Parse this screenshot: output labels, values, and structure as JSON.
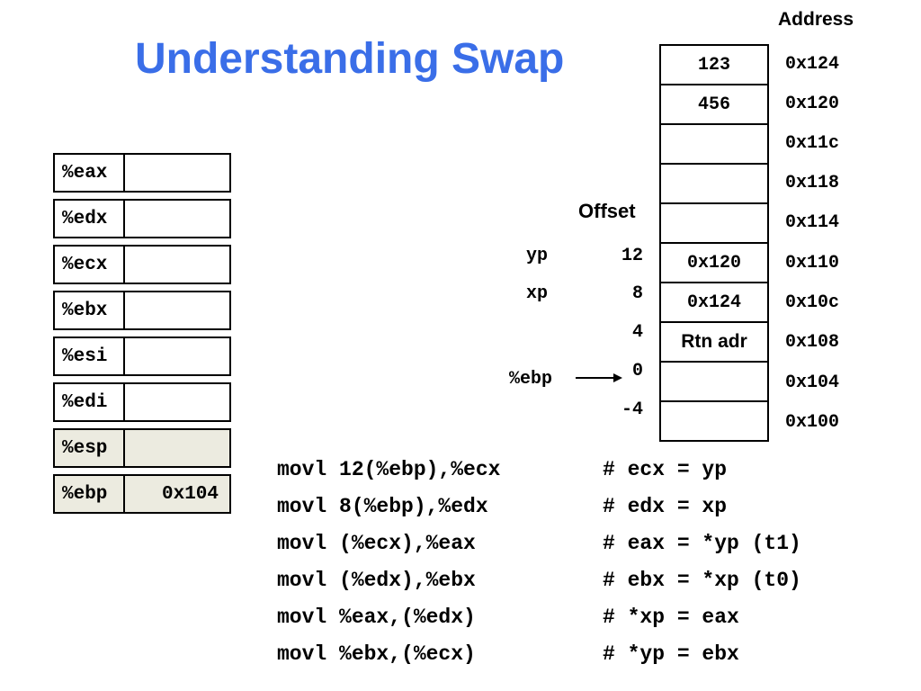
{
  "title": "Understanding Swap",
  "registers": [
    {
      "name": "%eax",
      "value": ""
    },
    {
      "name": "%edx",
      "value": ""
    },
    {
      "name": "%ecx",
      "value": ""
    },
    {
      "name": "%ebx",
      "value": ""
    },
    {
      "name": "%esi",
      "value": ""
    },
    {
      "name": "%edi",
      "value": ""
    },
    {
      "name": "%esp",
      "value": ""
    },
    {
      "name": "%ebp",
      "value": "0x104"
    }
  ],
  "stack": {
    "address_header": "Address",
    "offset_header": "Offset",
    "cells": [
      "123",
      "456",
      "",
      "",
      "",
      "0x120",
      "0x124",
      "Rtn adr",
      "",
      ""
    ],
    "addresses": [
      "0x124",
      "0x120",
      "0x11c",
      "0x118",
      "0x114",
      "0x110",
      "0x10c",
      "0x108",
      "0x104",
      "0x100"
    ],
    "offsets": [
      "12",
      "8",
      "4",
      "0",
      "-4"
    ],
    "var_labels": [
      "yp",
      "xp"
    ],
    "ebp_pointer_label": "%ebp"
  },
  "code": [
    {
      "instr": "movl 12(%ebp),%ecx",
      "comment": "# ecx = yp"
    },
    {
      "instr": "movl 8(%ebp),%edx",
      "comment": "# edx = xp"
    },
    {
      "instr": "movl (%ecx),%eax",
      "comment": "# eax = *yp (t1)"
    },
    {
      "instr": "movl (%edx),%ebx",
      "comment": "# ebx = *xp (t0)"
    },
    {
      "instr": "movl %eax,(%edx)",
      "comment": "# *xp = eax"
    },
    {
      "instr": "movl %ebx,(%ecx)",
      "comment": "# *yp = ebx"
    }
  ],
  "colors": {
    "title": "#3a6ee8",
    "shaded_register": "#ecebe0"
  }
}
